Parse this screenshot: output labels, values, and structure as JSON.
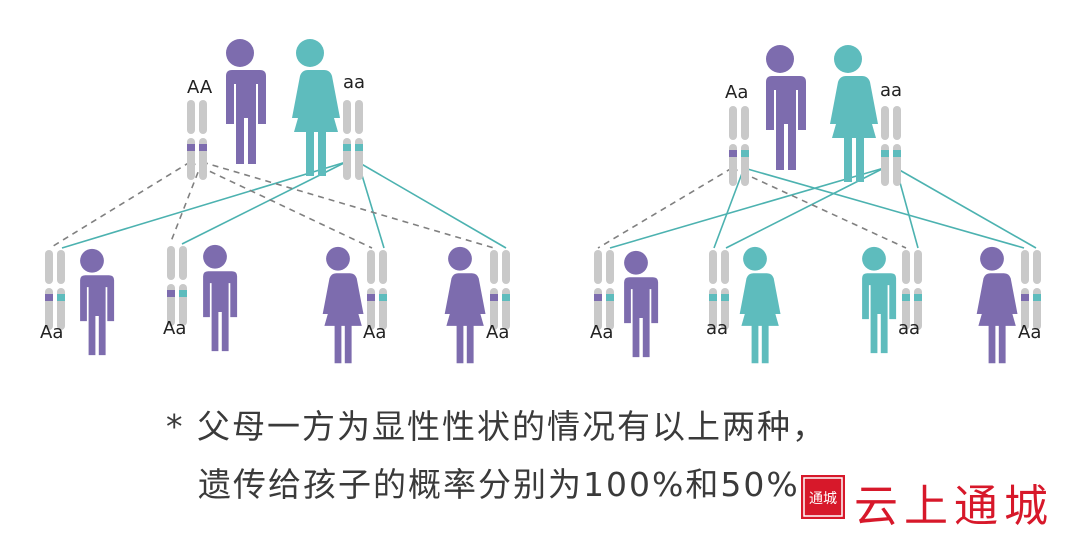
{
  "colors": {
    "male": "#7d6cae",
    "female": "#5ebcbd",
    "chrom": "#c9c9c9",
    "chrom_male_band": "#7d6cae",
    "chrom_female_band": "#5ebcbd",
    "dashed": "#808080",
    "solid": "#4cb2b0",
    "brand": "#d7182a"
  },
  "panels": [
    {
      "parents": [
        {
          "sex": "male",
          "genotype": "AA"
        },
        {
          "sex": "female",
          "genotype": "aa"
        }
      ],
      "children": [
        {
          "sex": "male",
          "genotype": "Aa",
          "affected": true
        },
        {
          "sex": "male",
          "genotype": "Aa",
          "affected": true
        },
        {
          "sex": "female",
          "genotype": "Aa",
          "affected": true
        },
        {
          "sex": "female",
          "genotype": "Aa",
          "affected": true
        }
      ]
    },
    {
      "parents": [
        {
          "sex": "male",
          "genotype": "Aa"
        },
        {
          "sex": "female",
          "genotype": "aa"
        }
      ],
      "children": [
        {
          "sex": "male",
          "genotype": "Aa",
          "affected": true
        },
        {
          "sex": "female",
          "genotype": "aa",
          "affected": false
        },
        {
          "sex": "male",
          "genotype": "aa",
          "affected": false
        },
        {
          "sex": "female",
          "genotype": "Aa",
          "affected": true
        }
      ]
    }
  ],
  "caption": {
    "line1": "* 父母一方为显性性状的情况有以上两种，",
    "line2": "遗传给孩子的概率分别为100%和50%"
  },
  "watermark": {
    "logo_text": "通城",
    "text": "云上通城"
  }
}
